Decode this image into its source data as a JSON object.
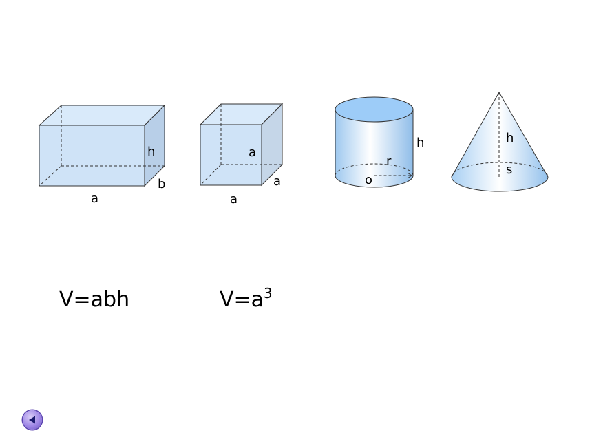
{
  "shapes": {
    "cuboid": {
      "length_label": "a",
      "width_label": "b",
      "height_label": "h",
      "formula": "V=abh"
    },
    "cube": {
      "edge_label_front": "a",
      "edge_label_side": "a",
      "edge_label_height": "a",
      "formula_base": "V=a",
      "formula_exponent": "3"
    },
    "cylinder": {
      "radius_label": "r",
      "height_label": "h",
      "center_label": "o"
    },
    "cone": {
      "height_label": "h",
      "base_label": "s"
    }
  },
  "navigation": {
    "back_icon": "triangle-left-icon"
  },
  "colors": {
    "face_light": "#cfe3f7",
    "face_side": "#b8cfe8",
    "cylinder_top": "#9dccf8",
    "back_button": "#9e86e6"
  }
}
